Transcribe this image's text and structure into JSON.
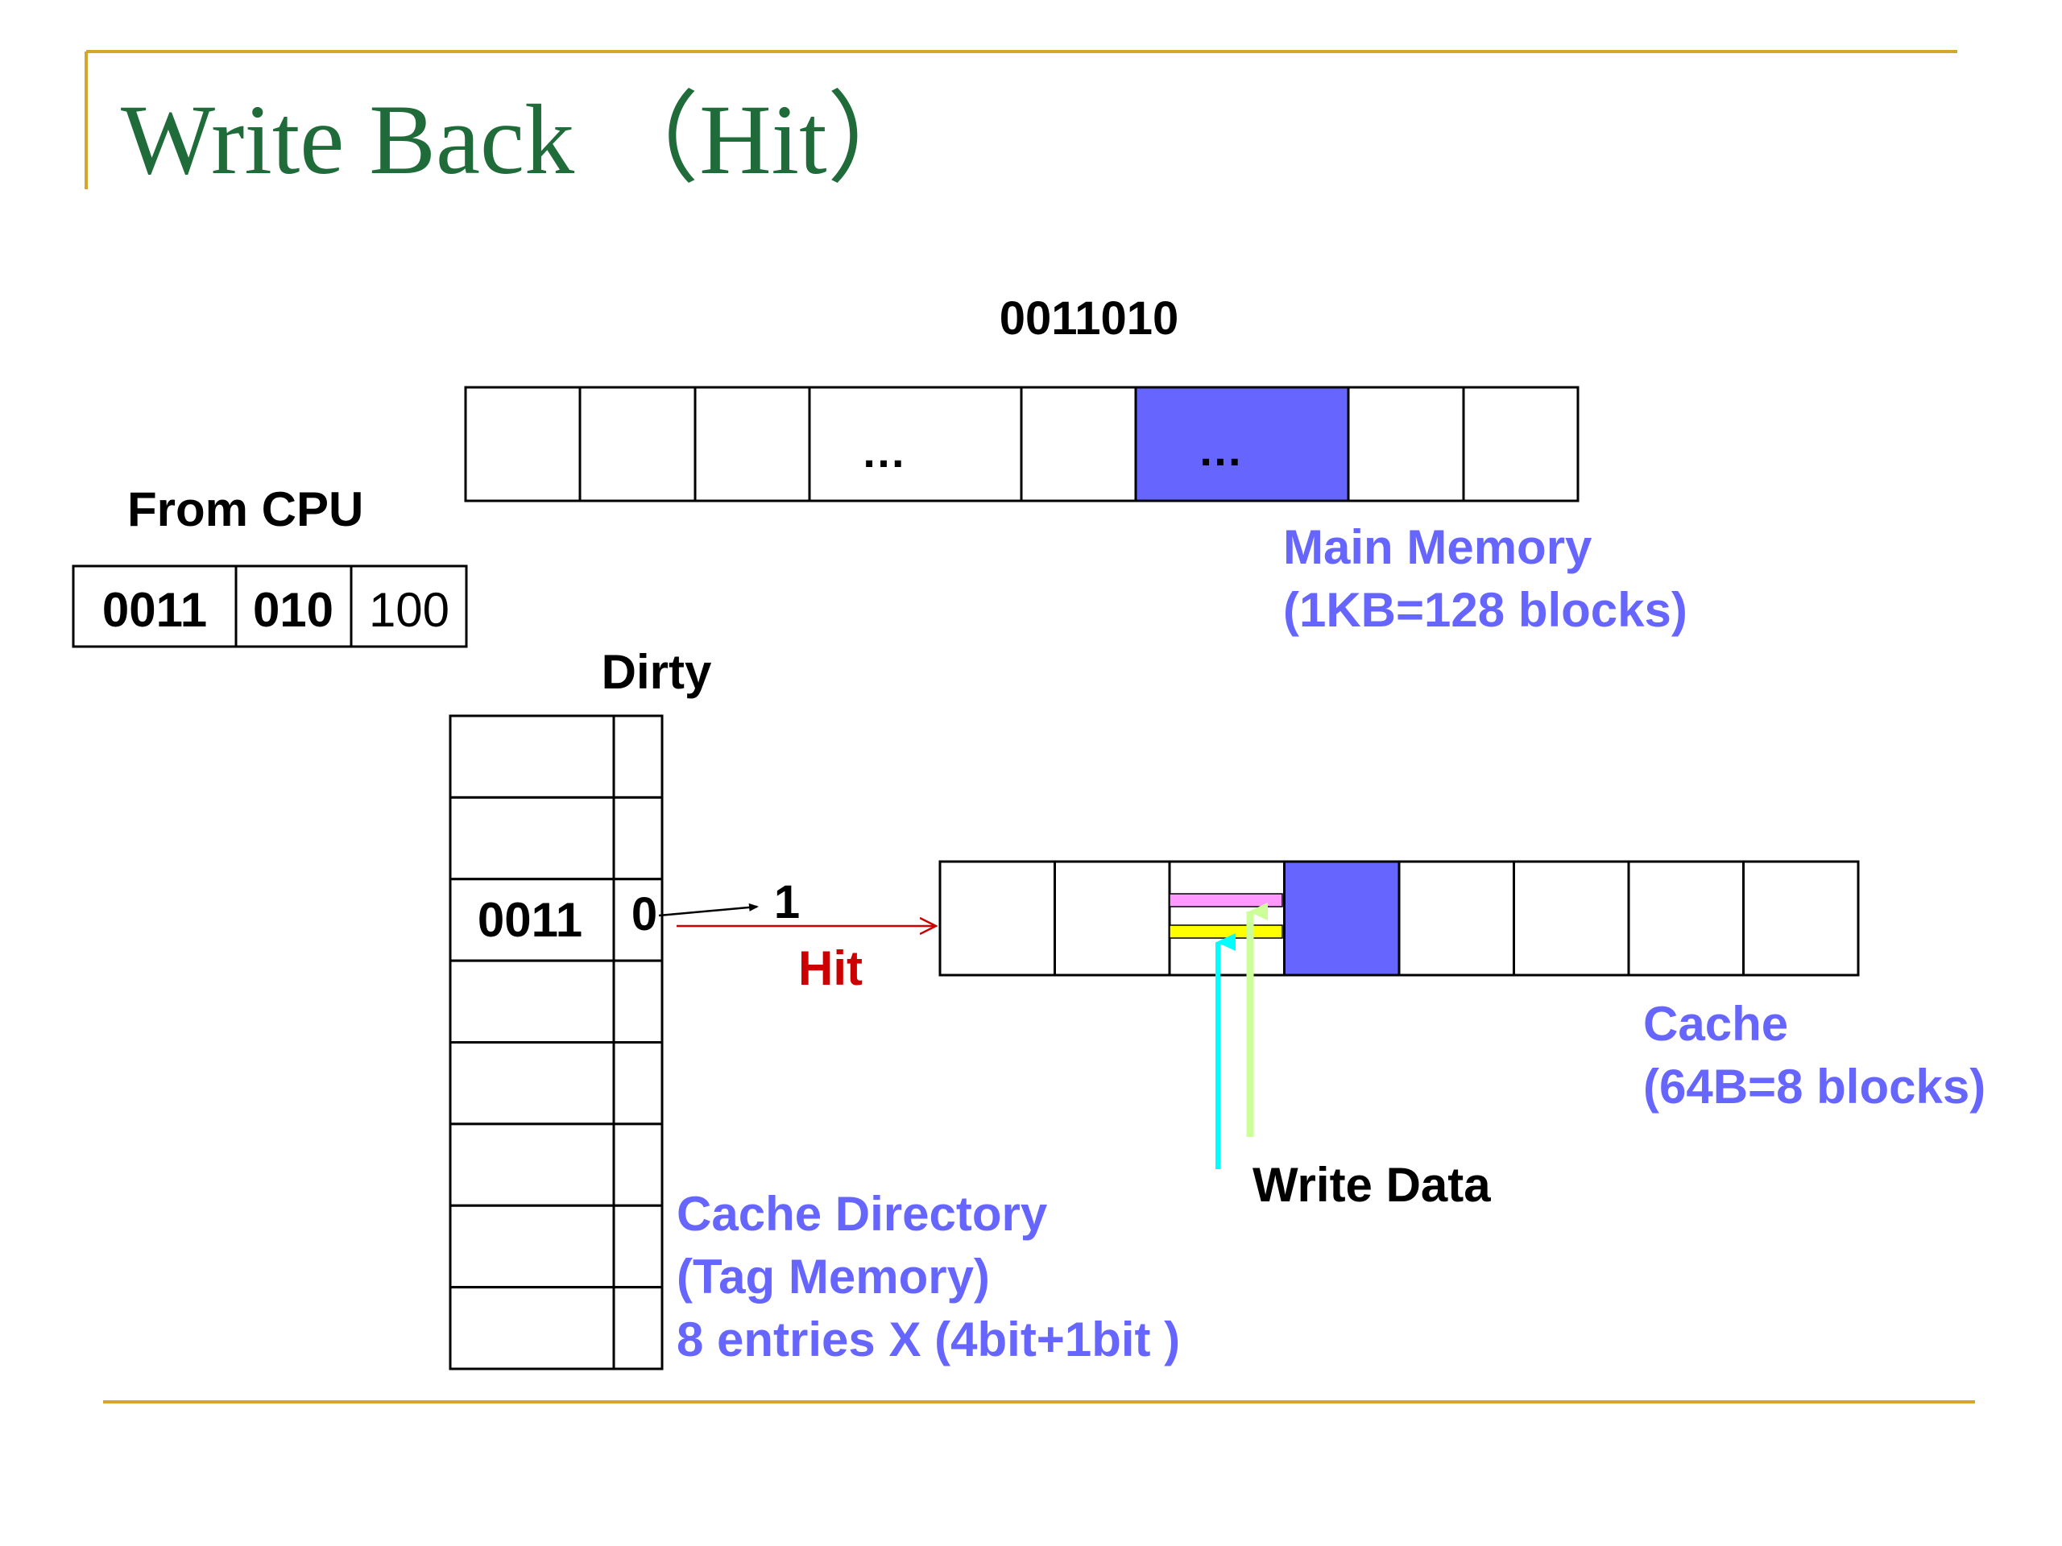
{
  "slide": {
    "title": "Write Back （Hit）"
  },
  "address": {
    "label": "From CPU",
    "fields": [
      "0011",
      "010",
      "100"
    ]
  },
  "main_memory": {
    "address_label": "0011010",
    "ellipsis": [
      "…",
      "…"
    ],
    "highlighted_block": 5,
    "label_line1": "Main Memory",
    "label_line2": "(1KB=128 blocks)"
  },
  "directory": {
    "dirty_label": "Dirty",
    "tag_value": "0011",
    "dirty_old": "0",
    "dirty_new": "1",
    "hit_label": "Hit",
    "hit_entry": 3,
    "entries": 8,
    "label_line1": "Cache Directory",
    "label_line2": "(Tag Memory)",
    "label_line3": "8 entries X (4bit+1bit )"
  },
  "cache": {
    "blocks": 8,
    "highlighted_block": 3,
    "label_line1": "Cache",
    "label_line2": "(64B=8 blocks)",
    "write_label": "Write Data"
  },
  "colors": {
    "title": "#1f6b3a",
    "accent_rule": "#d4a62a",
    "label_blue": "#6666ff",
    "highlight_block": "#6666ff",
    "hit_red": "#cc0000",
    "stripe_pink": "#ff99ff",
    "stripe_yellow": "#ffff00",
    "arrow_cyan": "#00ffff",
    "arrow_light_green": "#ccff99"
  }
}
